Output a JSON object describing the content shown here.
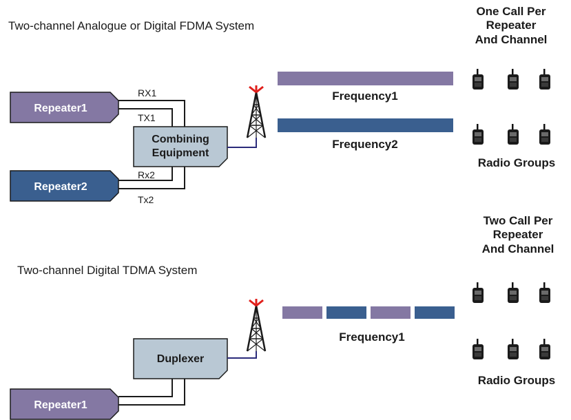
{
  "colors": {
    "purple": "#8478a3",
    "blue": "#3a5f8f",
    "equipment": "#b9c8d4",
    "antenna_red": "#e0201c",
    "link_line": "#2a2a7a"
  },
  "top": {
    "title": "Two-channel Analogue or Digital FDMA System",
    "call_label": [
      "One Call Per",
      "Repeater",
      "And Channel"
    ],
    "repeater1": "Repeater1",
    "repeater2": "Repeater2",
    "rx1": "RX1",
    "tx1": "TX1",
    "rx2": "Rx2",
    "tx2": "Tx2",
    "combiner": [
      "Combining",
      "Equipment"
    ],
    "frequency1": "Frequency1",
    "frequency2": "Frequency2",
    "radio_groups": "Radio Groups"
  },
  "bottom": {
    "title": "Two-channel Digital TDMA System",
    "call_label": [
      "Two Call Per",
      "Repeater",
      "And Channel"
    ],
    "duplexer": "Duplexer",
    "repeater1": "Repeater1",
    "frequency1": "Frequency1",
    "radio_groups": "Radio Groups"
  },
  "icons": [
    "antenna-tower-icon",
    "walkie-talkie-icon"
  ]
}
